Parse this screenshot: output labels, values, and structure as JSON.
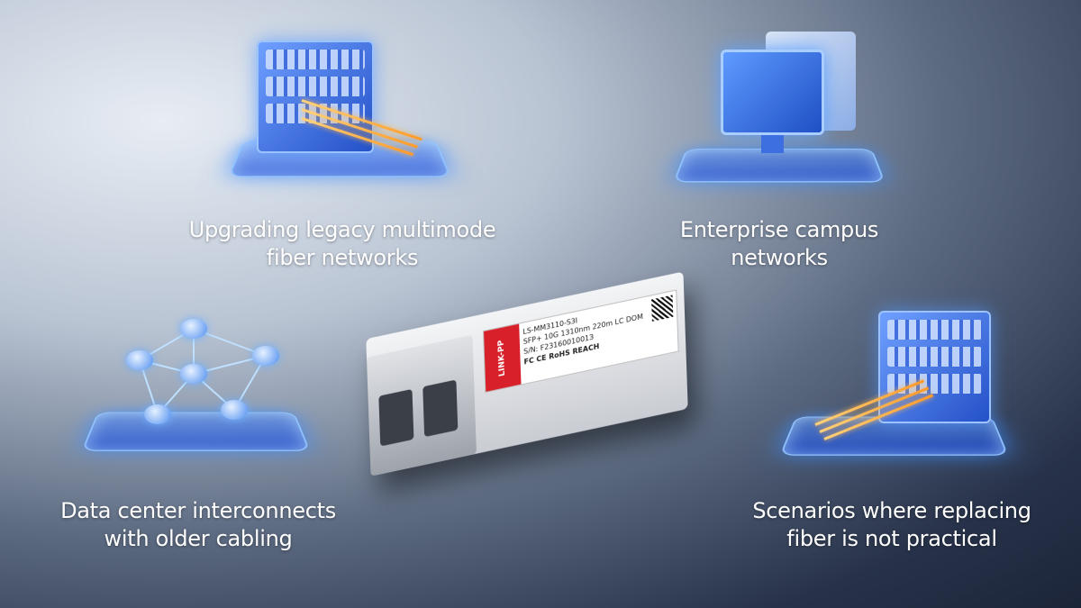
{
  "captions": {
    "top_left": [
      "Upgrading legacy multimode",
      "fiber networks"
    ],
    "top_right": [
      "Enterprise campus",
      "networks"
    ],
    "bottom_left": [
      "Data center interconnects",
      "with older cabling"
    ],
    "bottom_right": [
      "Scenarios where replacing",
      "fiber is not practical"
    ]
  },
  "module": {
    "brand": "LINK-PP",
    "label_lines": [
      "LS-MM3110-S3I",
      "SFP+ 10G 1310nm 220m LC DOM",
      "S/N: F2316001001З",
      "FC CE RoHS REACH"
    ],
    "accent": "#d8202a"
  },
  "icons": [
    "server-rack-icon",
    "monitor-chart-icon",
    "network-nodes-icon",
    "server-rack-icon"
  ]
}
